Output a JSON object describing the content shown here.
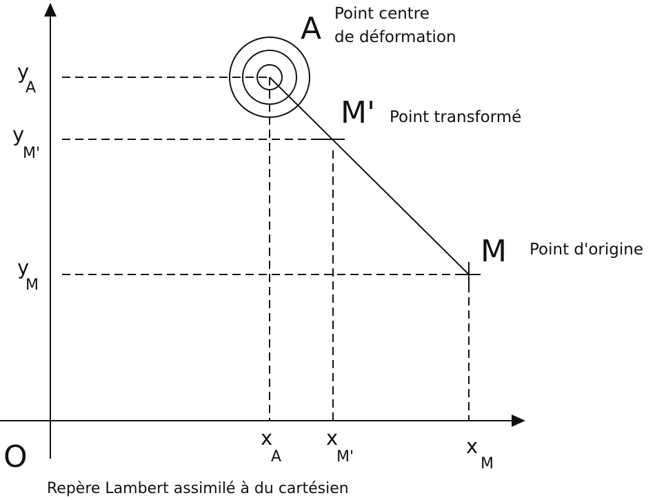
{
  "origin_label": "O",
  "caption": "Repère Lambert assimilé à du cartésien",
  "points": {
    "A": {
      "letter": "A",
      "description_line1": "Point centre",
      "description_line2": "de déformation"
    },
    "M_prime": {
      "letter": "M'",
      "description": "Point transformé"
    },
    "M": {
      "letter": "M",
      "description": "Point d'origine"
    }
  },
  "y_labels": {
    "yA": {
      "main": "y",
      "sub": "A"
    },
    "yMp": {
      "main": "y",
      "sub": "M'"
    },
    "yM": {
      "main": "y",
      "sub": "M"
    }
  },
  "x_labels": {
    "xA": {
      "main": "x",
      "sub": "A"
    },
    "xMp": {
      "main": "x",
      "sub": "M'"
    },
    "xM": {
      "main": "x",
      "sub": "M"
    }
  }
}
